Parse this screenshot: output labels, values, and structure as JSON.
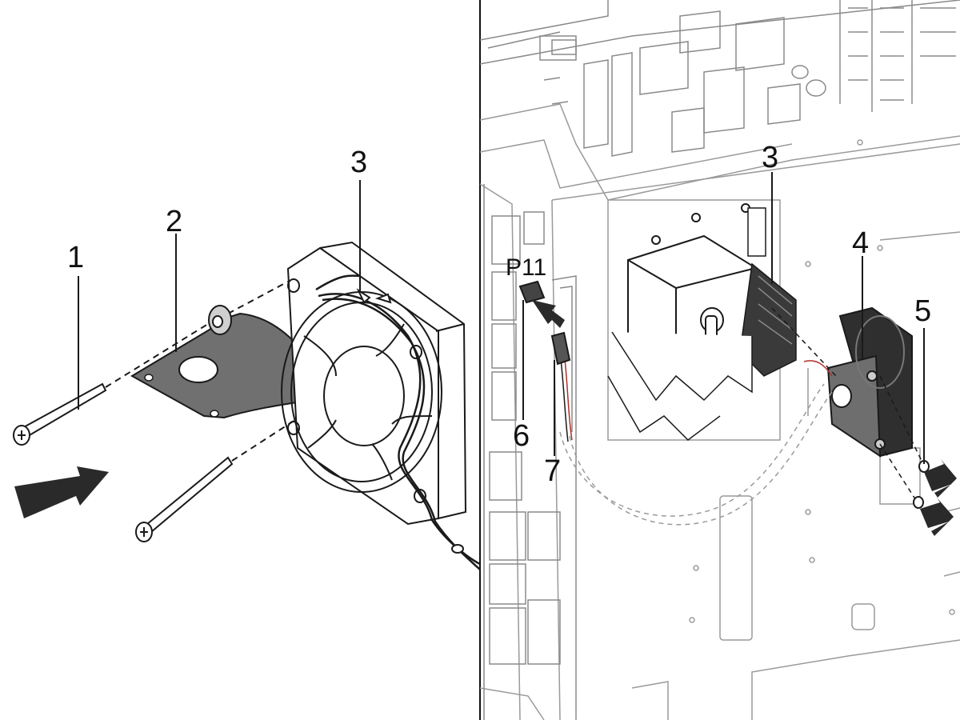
{
  "callouts": {
    "c1": "1",
    "c2": "2",
    "c3_left": "3",
    "c3_right": "3",
    "c4": "4",
    "c5": "5",
    "c6": "6",
    "c7": "7",
    "p11": "P11"
  },
  "colors": {
    "line": "#1a1a1a",
    "gasket": "#6f6f6f",
    "fan_dark": "#2b2b2b",
    "board_line": "#9a9a9a",
    "heatsink": "#3a3a3a",
    "arrow": "#2a2a2a",
    "wire_red": "#b0302a"
  },
  "icons": {
    "insert_arrow_left": "arrow-right-icon",
    "connector_arrow": "arrow-up-left-icon",
    "screw_arrows": "arrow-left-icon"
  }
}
